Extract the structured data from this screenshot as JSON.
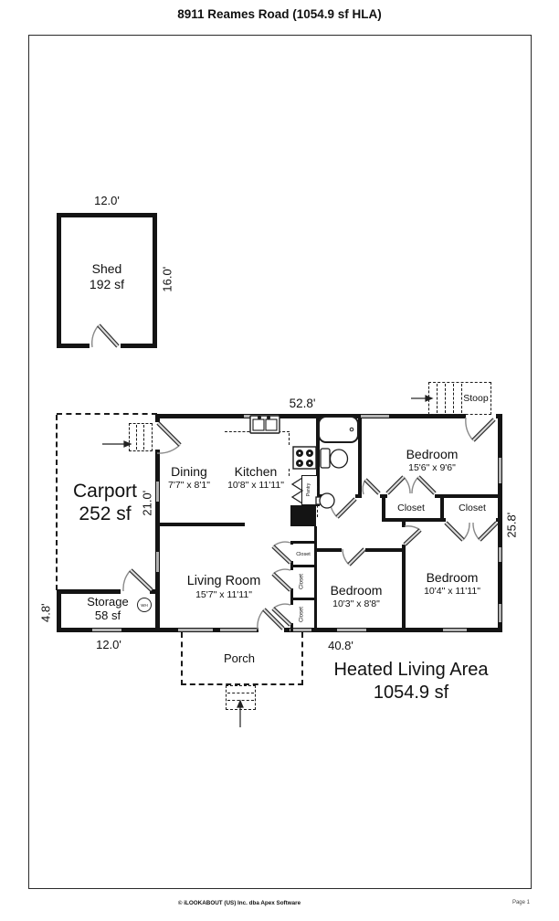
{
  "title": "8911 Reames Road (1054.9 sf HLA)",
  "shed": {
    "name": "Shed",
    "area": "192 sf",
    "width": "12.0'",
    "height": "16.0'"
  },
  "carport": {
    "name": "Carport",
    "area": "252 sf",
    "height": "21.0'"
  },
  "storage": {
    "name": "Storage",
    "area": "58 sf",
    "height": "4.8'",
    "width": "12.0'",
    "water_heater": "WH"
  },
  "house": {
    "width": "52.8'",
    "right_height": "25.8'",
    "bottom_width": "40.8'"
  },
  "rooms": {
    "dining": {
      "name": "Dining",
      "size": "7'7\" x 8'1\""
    },
    "kitchen": {
      "name": "Kitchen",
      "size": "10'8\" x 11'11\"",
      "pantry": "Pantry"
    },
    "bedroom_top": {
      "name": "Bedroom",
      "size": "15'6\" x 9'6\""
    },
    "bedroom_mid": {
      "name": "Bedroom",
      "size": "10'3\" x 8'8\""
    },
    "bedroom_right": {
      "name": "Bedroom",
      "size": "10'4\" x 11'11\""
    },
    "living": {
      "name": "Living Room",
      "size": "15'7\" x 11'11\""
    }
  },
  "closets": {
    "bedroom_top": "Closet",
    "bedroom_right": "Closet",
    "stack_top": "Closet",
    "stack_mid": "Closet",
    "stack_bottom": "Closet"
  },
  "outdoor": {
    "stoop": "Stoop",
    "porch": "Porch"
  },
  "summary": {
    "title": "Heated Living Area",
    "area": "1054.9 sf"
  },
  "footer": {
    "copyright": "© iLOOKABOUT (US) Inc. dba Apex Software",
    "page": "Page 1"
  },
  "colors": {
    "wall": "#141414",
    "window": "#b3b3b3",
    "paper": "#ffffff"
  }
}
